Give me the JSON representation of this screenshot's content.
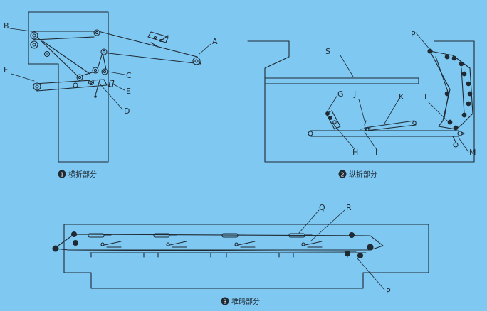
{
  "colors": {
    "background": "#7fc8f2",
    "line": "#1f2a33",
    "text": "#1f2a33"
  },
  "sections": [
    {
      "number": "1",
      "caption": "横折部分"
    },
    {
      "number": "2",
      "caption": "纵折部分"
    },
    {
      "number": "3",
      "caption": "堆码部分"
    }
  ],
  "labels": {
    "A": "A",
    "B": "B",
    "C": "C",
    "D": "D",
    "E": "E",
    "F": "F",
    "G": "G",
    "H": "H",
    "I": "I",
    "J": "J",
    "K": "K",
    "L": "L",
    "M": "M",
    "P": "P",
    "S": "S",
    "Q": "Q",
    "R": "R"
  }
}
